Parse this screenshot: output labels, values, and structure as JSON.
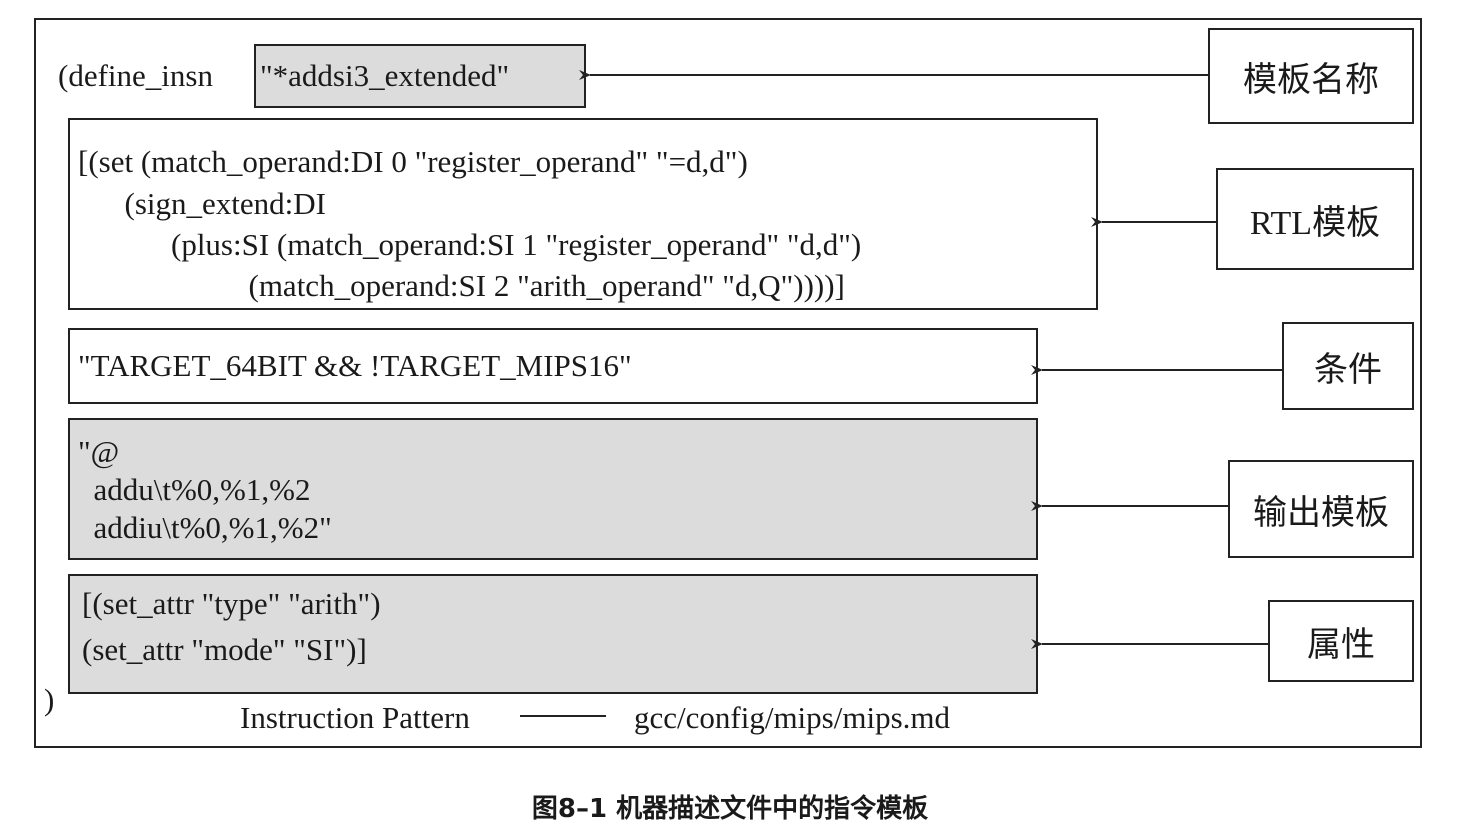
{
  "figure": {
    "define_prefix": "(define_insn",
    "template_name": "\"*addsi3_extended\"",
    "rtl_lines": [
      "[(set (match_operand:DI 0 \"register_operand\" \"=d,d\")",
      "      (sign_extend:DI",
      "            (plus:SI (match_operand:SI 1 \"register_operand\" \"d,d\")",
      "                      (match_operand:SI 2 \"arith_operand\" \"d,Q\"))))]"
    ],
    "condition": "\"TARGET_64BIT && !TARGET_MIPS16\"",
    "output_lines": [
      "\"@",
      "  addu\\t%0,%1,%2",
      "  addiu\\t%0,%1,%2\""
    ],
    "attr_lines": [
      "[(set_attr \"type\" \"arith\")",
      "(set_attr \"mode\" \"SI\")]"
    ],
    "closing_paren": ")",
    "source_label": "Instruction Pattern",
    "source_path": "gcc/config/mips/mips.md"
  },
  "labels": {
    "template_name": "模板名称",
    "rtl_template": "RTL模板",
    "condition": "条件",
    "output_template": "输出模板",
    "attributes": "属性"
  },
  "caption": "图8–1 机器描述文件中的指令模板",
  "colors": {
    "gray_fill": "#dcdcdc",
    "stroke": "#222222"
  }
}
